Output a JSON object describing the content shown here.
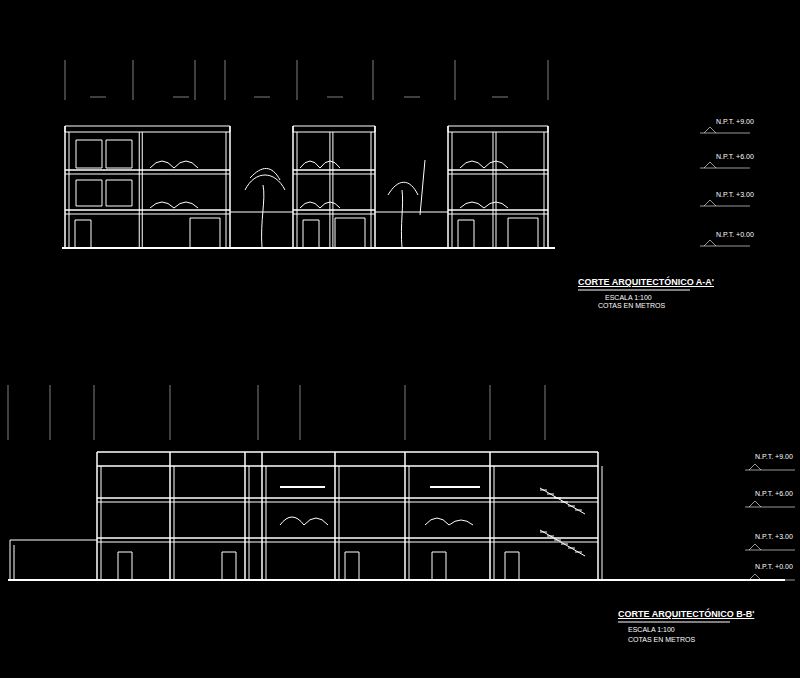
{
  "diagram": {
    "labels": [
      "CORTE ARQUITECTÓNICO A-A'",
      "ESCALA 1:100",
      "COTAS EN METROS",
      "CORTE ARQUITECTÓNICO B-B'",
      "ESCALA 1:100",
      "COTAS EN METROS",
      "N.P.T. +9.00",
      "N.P.T. +6.00",
      "N.P.T. +3.00",
      "N.P.T. +0.00",
      "N.P.T. +9.00",
      "N.P.T. +6.00",
      "N.P.T. +3.00",
      "N.P.T. +0.00"
    ]
  }
}
